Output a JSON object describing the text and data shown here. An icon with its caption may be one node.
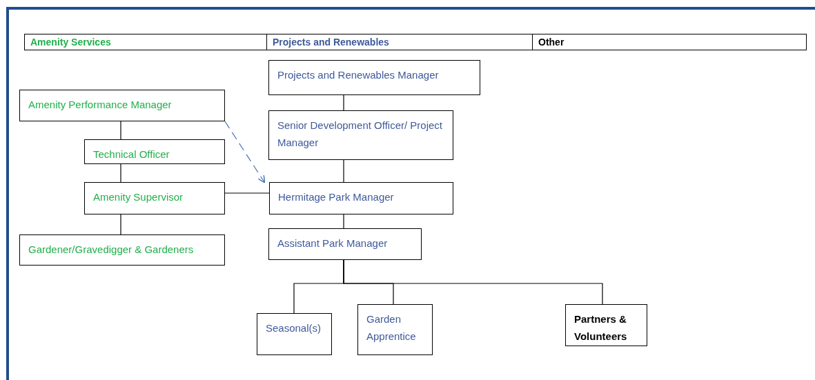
{
  "diagram": {
    "nodes": [
      {
        "text": [
          "Amenity Performance Manager"
        ]
      },
      {
        "text": [
          "Technical Officer"
        ]
      },
      {
        "text": [
          "Amenity Supervisor"
        ]
      },
      {
        "text": [
          "Gardener/Gravedigger & Gardeners"
        ]
      },
      {
        "text": [
          "Projects and Renewables Manager"
        ]
      },
      {
        "text": [
          "Senior Development Officer/ Project Manager"
        ]
      },
      {
        "text": [
          "Hermitage Park Manager"
        ]
      },
      {
        "text": [
          "Assistant Park Manager"
        ]
      },
      {
        "text": [
          "Seasonal(s)"
        ]
      },
      {
        "text": [
          "Garden Apprentice"
        ]
      },
      {
        "text": [
          "Partners & Volunteers"
        ]
      }
    ],
    "edges": [
      {
        "from": 0,
        "to": 1,
        "arrow": "none"
      },
      {
        "from": 1,
        "to": 2,
        "arrow": "none"
      },
      {
        "from": 2,
        "to": 3,
        "arrow": "none"
      },
      {
        "from": 4,
        "to": 5,
        "arrow": "none"
      },
      {
        "from": 5,
        "to": 6,
        "arrow": "none"
      },
      {
        "from": 6,
        "to": 7,
        "arrow": "none"
      },
      {
        "from": 2,
        "to": 6,
        "arrow": "none"
      },
      {
        "from": 0,
        "to": 6,
        "arrow": "to",
        "style": "dashed",
        "color": "#4a72b8"
      },
      {
        "from": 7,
        "to": 8,
        "arrow": "none"
      },
      {
        "from": 7,
        "to": 9,
        "arrow": "none"
      },
      {
        "from": 7,
        "to": 10,
        "arrow": "none"
      }
    ],
    "labels": [
      "Amenity Services",
      "Projects and Renewables",
      "Other"
    ]
  }
}
